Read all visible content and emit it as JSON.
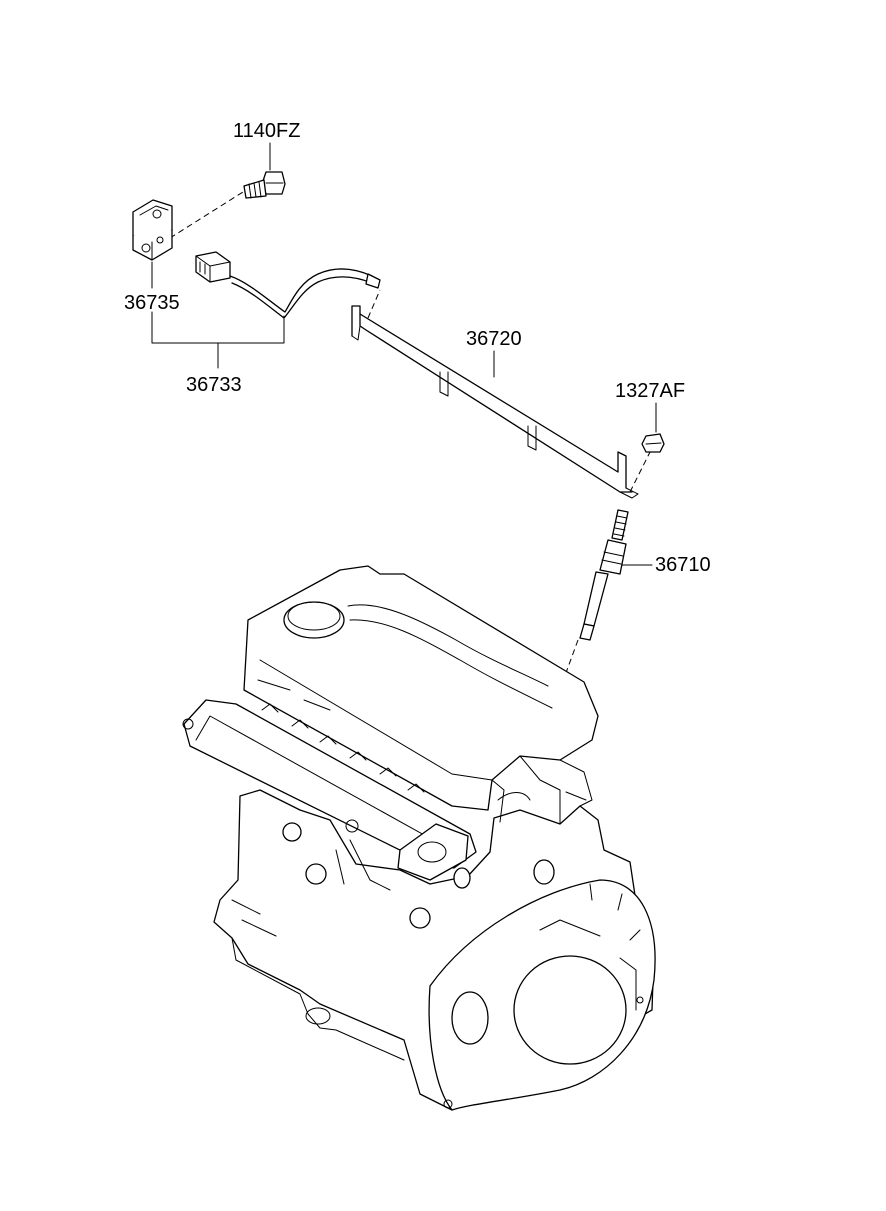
{
  "labels": {
    "bolt": "1140FZ",
    "bracket": "36735",
    "harness": "36733",
    "plate": "36720",
    "nut": "1327AF",
    "glow_plug": "36710"
  }
}
